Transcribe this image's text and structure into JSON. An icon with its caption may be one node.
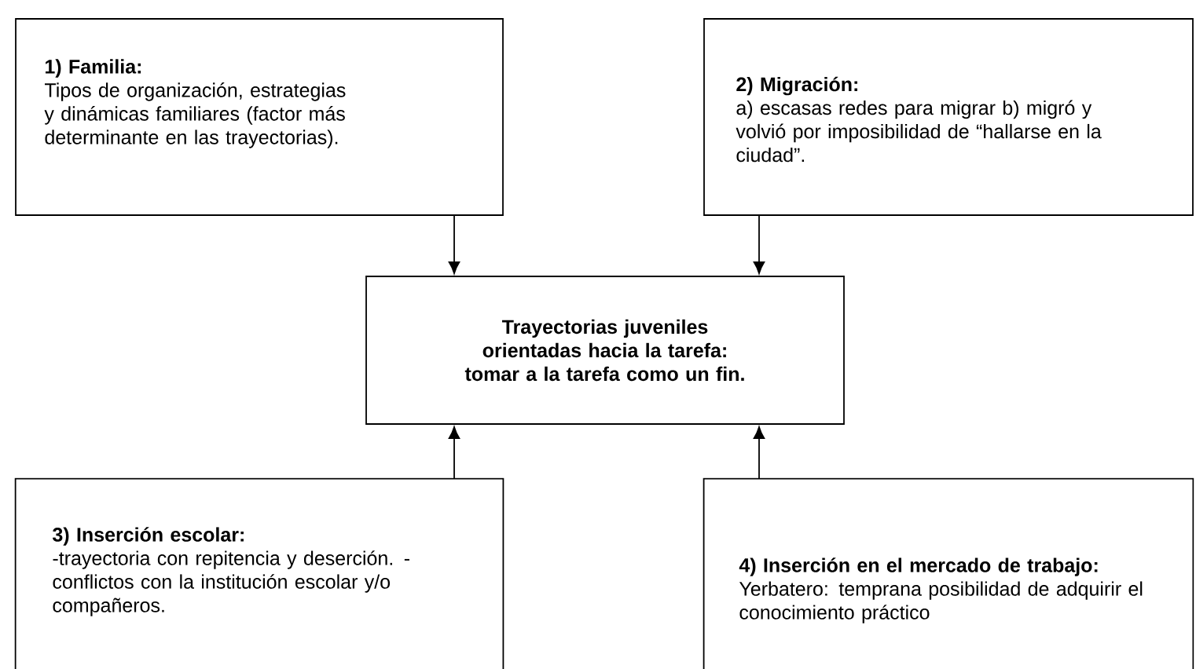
{
  "diagram": {
    "nodes": [
      {
        "text": [
          "1) Familia:",
          "Tipos de organización, estrategias y dinámicas familiares (factor más determinante en las trayectorias)."
        ]
      },
      {
        "text": [
          "2) Migración:",
          "a) escasas redes para migrar b) migró y volvió por imposibilidad de “hallarse en la ciudad”."
        ]
      },
      {
        "text": [
          "Trayectorias juveniles orientadas hacia la tarefa: tomar a la tarefa como un fin."
        ]
      },
      {
        "text": [
          "3) Inserción escolar:",
          "-trayectoria con repitencia y deserción. -conflictos con la institución escolar y/o compañeros."
        ]
      },
      {
        "text": [
          "4) Inserción en el mercado de trabajo:",
          "Yerbatero: temprana posibilidad de adquirir el conocimiento práctico"
        ]
      }
    ],
    "edges": [
      {
        "from": 0,
        "to": 2,
        "arrow": "to"
      },
      {
        "from": 1,
        "to": 2,
        "arrow": "to"
      },
      {
        "from": 3,
        "to": 2,
        "arrow": "to"
      },
      {
        "from": 4,
        "to": 2,
        "arrow": "to"
      }
    ]
  }
}
